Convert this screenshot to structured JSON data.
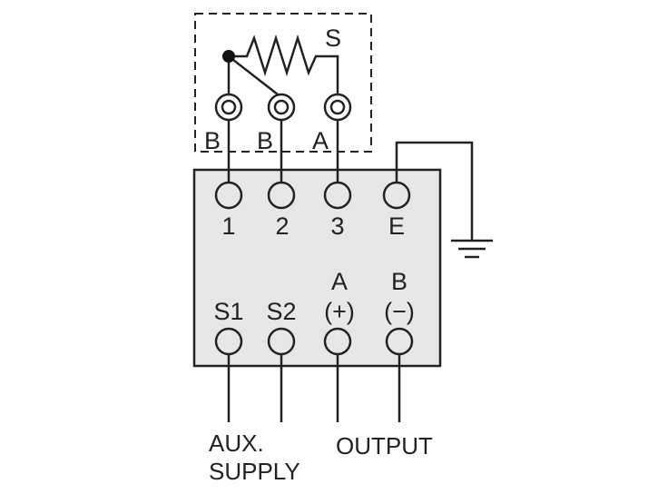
{
  "sensor": {
    "element_label": "S",
    "lead_labels": [
      "B",
      "B",
      "A"
    ]
  },
  "terminals_top": [
    "1",
    "2",
    "3",
    "E"
  ],
  "terminals_bottom": {
    "s1": "S1",
    "s2": "S2",
    "a_letter": "A",
    "a_sign": "(+)",
    "b_letter": "B",
    "b_sign": "(−)"
  },
  "labels": {
    "aux_line1": "AUX.",
    "aux_line2": "SUPPLY",
    "output": "OUTPUT"
  },
  "icons": [
    "ground-icon",
    "resistor-icon",
    "terminal-icon"
  ],
  "colors": {
    "line": "#222222",
    "module_fill": "#e6e7e8",
    "background": "#ffffff"
  }
}
